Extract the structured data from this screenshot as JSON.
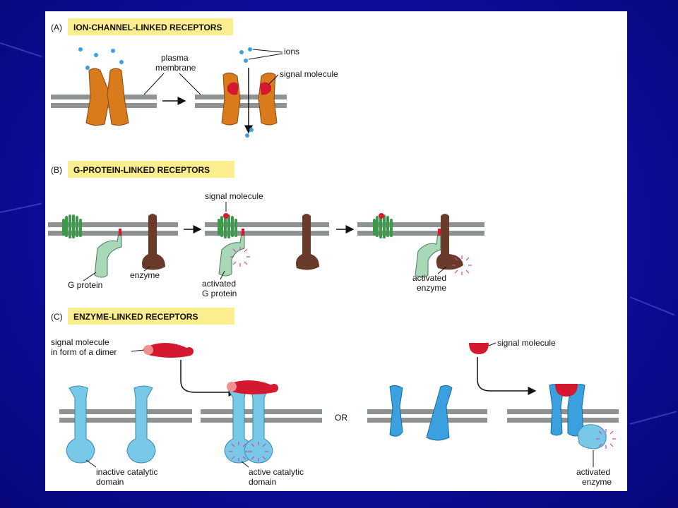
{
  "panels": {
    "a": {
      "letter": "(A)",
      "title": "ION-CHANNEL-LINKED RECEPTORS",
      "labels": {
        "plasma_membrane_1": "plasma",
        "plasma_membrane_2": "membrane",
        "ions": "ions",
        "signal_molecule": "signal molecule"
      }
    },
    "b": {
      "letter": "(B)",
      "title": "G-PROTEIN-LINKED RECEPTORS",
      "labels": {
        "signal_molecule": "signal molecule",
        "g_protein": "G protein",
        "enzyme": "enzyme",
        "activated_g_protein_1": "activated",
        "activated_g_protein_2": "G protein",
        "activated_enzyme_1": "activated",
        "activated_enzyme_2": "enzyme"
      }
    },
    "c": {
      "letter": "(C)",
      "title": "ENZYME-LINKED RECEPTORS",
      "labels": {
        "dimer_1": "signal molecule",
        "dimer_2": "in form of a dimer",
        "signal_molecule": "signal molecule",
        "or": "OR",
        "inactive_1": "inactive catalytic",
        "inactive_2": "domain",
        "active_1": "active catalytic",
        "active_2": "domain",
        "activated_enzyme_1": "activated",
        "activated_enzyme_2": "enzyme"
      }
    }
  },
  "colors": {
    "background": "#0d0d9a",
    "title_box": "#fbee8f",
    "membrane": "#8e9290",
    "ion_channel": "#d97a1c",
    "signal": "#d41830",
    "ion": "#3aa0e0",
    "receptor_green": "#3c9a4a",
    "g_protein": "#a8d8b8",
    "enzyme_brown": "#6a3a2a",
    "enzyme_receptor": "#78c8e8",
    "activity_marks": "#e040a0"
  }
}
